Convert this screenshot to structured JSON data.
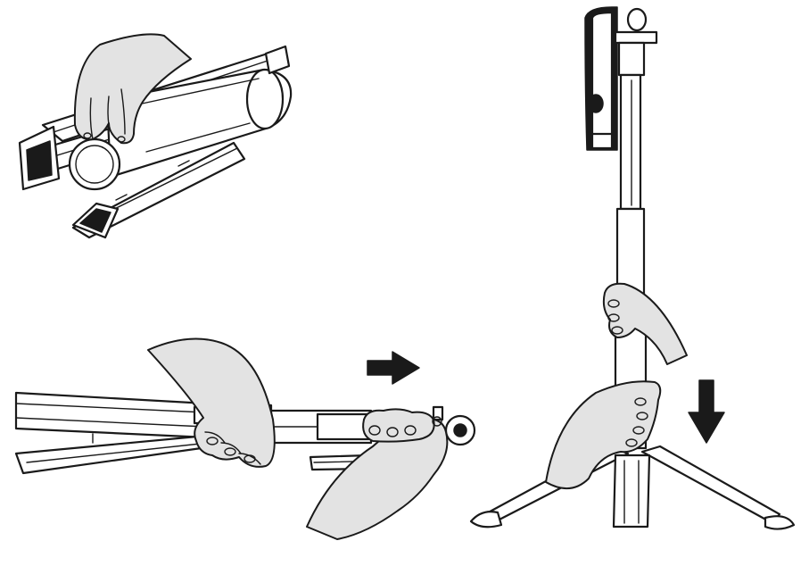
{
  "figure": {
    "panels": [
      {
        "step": "remove-tripod-cap-from-handle",
        "icon": "hand-twist-cap-icon"
      },
      {
        "step": "pull-out-telescopic-pole",
        "icon": "right-arrow-icon"
      },
      {
        "step": "extend-pole-and-open-tripod-legs",
        "icon": "down-arrow-icon"
      }
    ],
    "colors": {
      "line": "#1a1a1a",
      "skin": "#e3e3e3",
      "device": "#ffffff"
    }
  }
}
